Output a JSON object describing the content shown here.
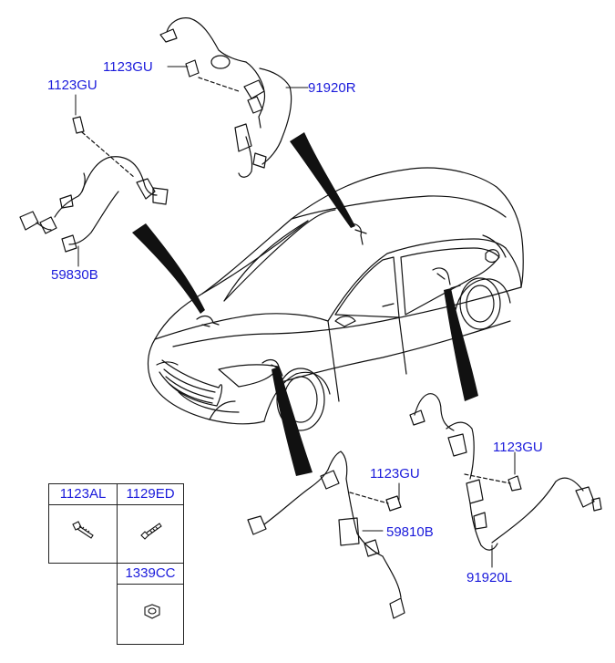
{
  "parts": {
    "screw_top_left": "1123GU",
    "screw_top_center": "1123GU",
    "sensor_front_right": "91920R",
    "sensor_front_left": "59830B",
    "screw_bottom_center": "1123GU",
    "screw_bottom_right": "1123GU",
    "sensor_rear_left_bracket": "59810B",
    "sensor_rear_left": "91920L"
  },
  "legend_table": {
    "cell_1": "1123AL",
    "cell_2": "1129ED",
    "cell_3": "1339CC"
  }
}
